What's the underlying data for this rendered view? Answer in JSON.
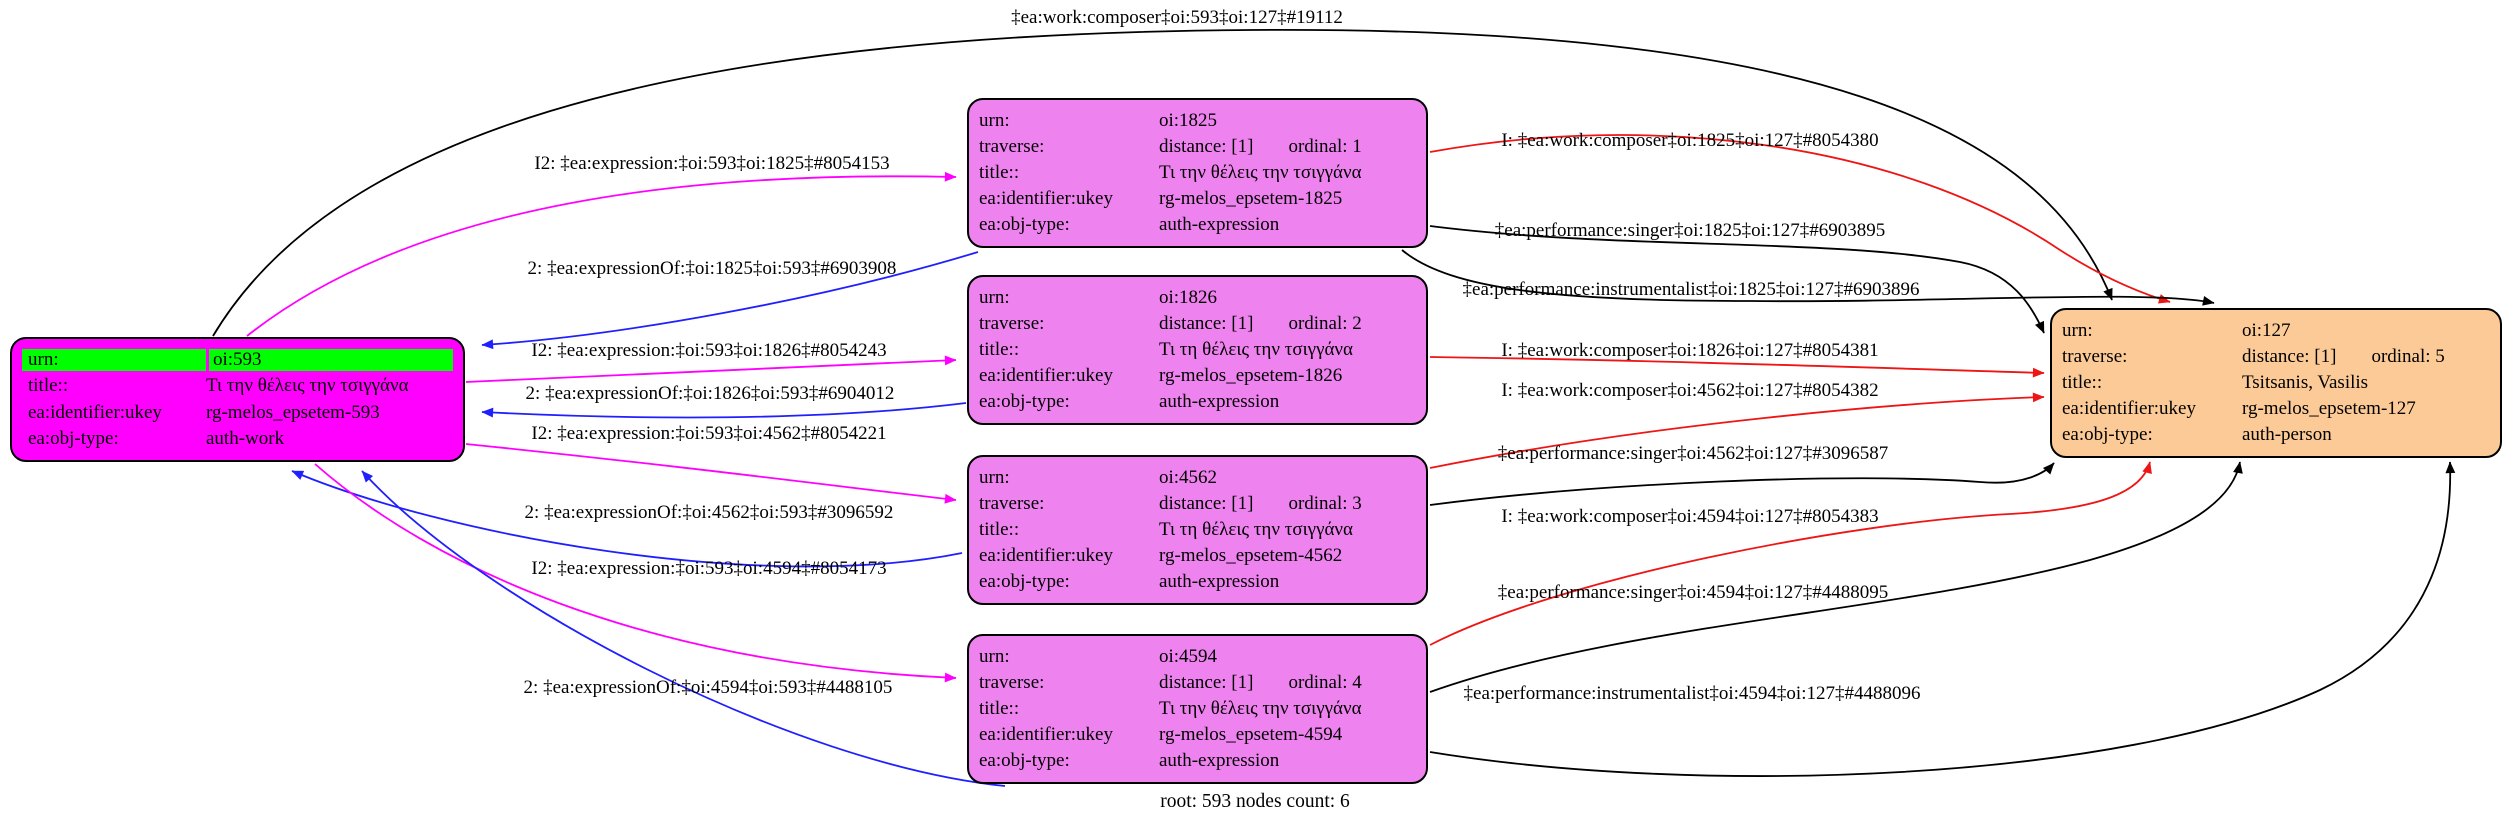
{
  "diagram": {
    "bottom_caption": "root: 593 nodes count: 6",
    "colors": {
      "work_fill": "#ff00ff",
      "urn_highlight": "#00ff00",
      "expression_fill": "#ee82ee",
      "person_fill": "#fbca96",
      "edge_magenta": "#ff00ff",
      "edge_blue": "#2020ff",
      "edge_red": "#ee1515",
      "edge_black": "#000000"
    }
  },
  "nodes": {
    "work593": {
      "rows": [
        {
          "k": "urn:",
          "v": "oi:593"
        },
        {
          "k": "title::",
          "v": "Τι την θέλεις την τσιγγάνα"
        },
        {
          "k": "ea:identifier:ukey",
          "v": "rg-melos_epsetem-593"
        },
        {
          "k": "ea:obj-type:",
          "v": "auth-work"
        }
      ]
    },
    "expr1825": {
      "rows": [
        {
          "k": "urn:",
          "v": "oi:1825"
        },
        {
          "k": "traverse:",
          "v": "distance: [1]",
          "v2": "ordinal: 1"
        },
        {
          "k": "title::",
          "v": "Τι την θέλεις την τσιγγάνα"
        },
        {
          "k": "ea:identifier:ukey",
          "v": "rg-melos_epsetem-1825"
        },
        {
          "k": "ea:obj-type:",
          "v": "auth-expression"
        }
      ]
    },
    "expr1826": {
      "rows": [
        {
          "k": "urn:",
          "v": "oi:1826"
        },
        {
          "k": "traverse:",
          "v": "distance: [1]",
          "v2": "ordinal: 2"
        },
        {
          "k": "title::",
          "v": "Τι τη θέλεις την τσιγγάνα"
        },
        {
          "k": "ea:identifier:ukey",
          "v": "rg-melos_epsetem-1826"
        },
        {
          "k": "ea:obj-type:",
          "v": "auth-expression"
        }
      ]
    },
    "expr4562": {
      "rows": [
        {
          "k": "urn:",
          "v": "oi:4562"
        },
        {
          "k": "traverse:",
          "v": "distance: [1]",
          "v2": "ordinal: 3"
        },
        {
          "k": "title::",
          "v": "Τι τη θέλεις την τσιγγάνα"
        },
        {
          "k": "ea:identifier:ukey",
          "v": "rg-melos_epsetem-4562"
        },
        {
          "k": "ea:obj-type:",
          "v": "auth-expression"
        }
      ]
    },
    "expr4594": {
      "rows": [
        {
          "k": "urn:",
          "v": "oi:4594"
        },
        {
          "k": "traverse:",
          "v": "distance: [1]",
          "v2": "ordinal: 4"
        },
        {
          "k": "title::",
          "v": "Τι την θέλεις την τσιγγάνα"
        },
        {
          "k": "ea:identifier:ukey",
          "v": "rg-melos_epsetem-4594"
        },
        {
          "k": "ea:obj-type:",
          "v": "auth-expression"
        }
      ]
    },
    "person127": {
      "rows": [
        {
          "k": "urn:",
          "v": "oi:127"
        },
        {
          "k": "traverse:",
          "v": "distance: [1]",
          "v2": "ordinal: 5"
        },
        {
          "k": "title::",
          "v": "Tsitsanis, Vasilis"
        },
        {
          "k": "ea:identifier:ukey",
          "v": "rg-melos_epsetem-127"
        },
        {
          "k": "ea:obj-type:",
          "v": "auth-person"
        }
      ]
    }
  },
  "edges": [
    {
      "id": "composer-593-127",
      "label": "‡ea:work:composer‡oi:593‡oi:127‡#19112",
      "color": "#000000"
    },
    {
      "id": "expression-593-1825",
      "label": "I2: ‡ea:expression:‡oi:593‡oi:1825‡#8054153",
      "color": "#ff00ff"
    },
    {
      "id": "expressionOf-1825-593",
      "label": "2: ‡ea:expressionOf:‡oi:1825‡oi:593‡#6903908",
      "color": "#2020ff"
    },
    {
      "id": "expression-593-1826",
      "label": "I2: ‡ea:expression:‡oi:593‡oi:1826‡#8054243",
      "color": "#ff00ff"
    },
    {
      "id": "expressionOf-1826-593",
      "label": "2: ‡ea:expressionOf:‡oi:1826‡oi:593‡#6904012",
      "color": "#2020ff"
    },
    {
      "id": "expression-593-4562",
      "label": "I2: ‡ea:expression:‡oi:593‡oi:4562‡#8054221",
      "color": "#ff00ff"
    },
    {
      "id": "expressionOf-4562-593",
      "label": "2: ‡ea:expressionOf:‡oi:4562‡oi:593‡#3096592",
      "color": "#2020ff"
    },
    {
      "id": "expression-593-4594",
      "label": "I2: ‡ea:expression:‡oi:593‡oi:4594‡#8054173",
      "color": "#ff00ff"
    },
    {
      "id": "expressionOf-4594-593",
      "label": "2: ‡ea:expressionOf:‡oi:4594‡oi:593‡#4488105",
      "color": "#2020ff"
    },
    {
      "id": "composer-1825-127",
      "label": "I: ‡ea:work:composer‡oi:1825‡oi:127‡#8054380",
      "color": "#ee1515"
    },
    {
      "id": "singer-1825-127",
      "label": "‡ea:performance:singer‡oi:1825‡oi:127‡#6903895",
      "color": "#000000"
    },
    {
      "id": "instrumentalist-1825-127",
      "label": "‡ea:performance:instrumentalist‡oi:1825‡oi:127‡#6903896",
      "color": "#000000"
    },
    {
      "id": "composer-1826-127",
      "label": "I: ‡ea:work:composer‡oi:1826‡oi:127‡#8054381",
      "color": "#ee1515"
    },
    {
      "id": "composer-4562-127",
      "label": "I: ‡ea:work:composer‡oi:4562‡oi:127‡#8054382",
      "color": "#ee1515"
    },
    {
      "id": "singer-4562-127",
      "label": "‡ea:performance:singer‡oi:4562‡oi:127‡#3096587",
      "color": "#000000"
    },
    {
      "id": "composer-4594-127",
      "label": "I: ‡ea:work:composer‡oi:4594‡oi:127‡#8054383",
      "color": "#ee1515"
    },
    {
      "id": "singer-4594-127",
      "label": "‡ea:performance:singer‡oi:4594‡oi:127‡#4488095",
      "color": "#000000"
    },
    {
      "id": "instrumentalist-4594-127",
      "label": "‡ea:performance:instrumentalist‡oi:4594‡oi:127‡#4488096",
      "color": "#000000"
    }
  ]
}
